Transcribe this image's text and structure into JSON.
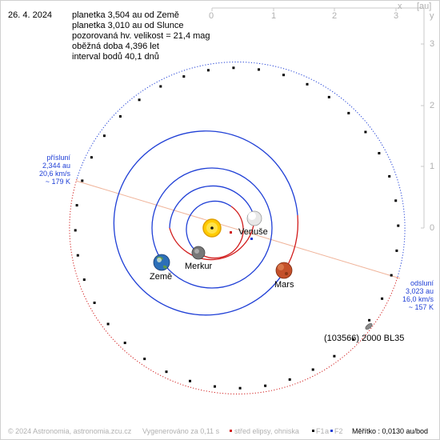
{
  "date": "26. 4. 2024",
  "info": {
    "line1": "planetka 3,504 au od Země",
    "line2": "planetka 3,010 au od Slunce",
    "line3": "pozorovaná hv. velikost = 21,4 mag",
    "line4": "oběžná doba 4,396 let",
    "line5": "interval bodů 40,1 dnů"
  },
  "axes": {
    "x_label": "x",
    "unit_label": "[au]",
    "x_ticks": [
      "0",
      "1",
      "2",
      "3"
    ],
    "y_label": "y",
    "y_ticks": [
      "0",
      "1",
      "2",
      "3"
    ]
  },
  "perihelion": {
    "title": "přísluní",
    "dist": "2,344 au",
    "speed": "20,6 km/s",
    "temp": "~ 179 K"
  },
  "aphelion": {
    "title": "odsluní",
    "dist": "3,023 au",
    "speed": "16,0 km/s",
    "temp": "~ 157 K"
  },
  "bodies": {
    "venus": "Venuše",
    "mercury": "Merkur",
    "earth": "Země",
    "mars": "Mars",
    "asteroid": "(103566) 2000 BL35"
  },
  "footer": {
    "copyright": "© 2024 Astronomia, astronomia.zcu.cz",
    "generated": "Vygenerováno za 0,11 s",
    "center_legend": "střed elipsy, ohniska",
    "f1": "F1",
    "a": "a",
    "f2": "F2",
    "scale": "Měřítko : 0,0130 au/bod"
  },
  "colors": {
    "orbit_blue": "#1f3fd6",
    "orbit_red": "#d11c1c",
    "apsides_line": "#f0b49a",
    "sun": "#ffd400",
    "text_blue": "#1f3fd6"
  }
}
